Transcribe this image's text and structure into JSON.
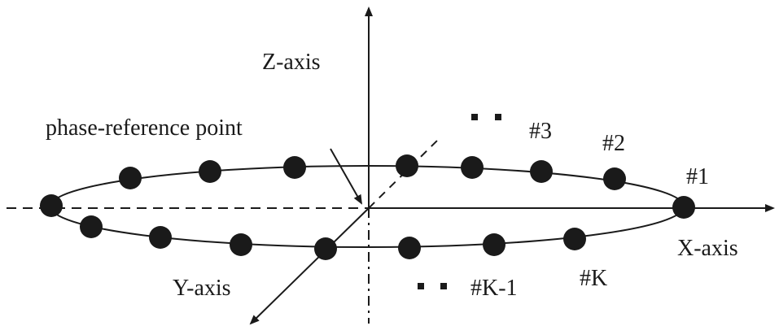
{
  "labels": {
    "z_axis": "Z-axis",
    "x_axis": "X-axis",
    "y_axis": "Y-axis",
    "phase_reference": "phase-reference point",
    "element_1": "#1",
    "element_2": "#2",
    "element_3": "#3",
    "element_k": "#K",
    "element_k_minus_1": "#K-1"
  },
  "colors": {
    "ink": "#1a1a1a",
    "background": "#ffffff"
  }
}
